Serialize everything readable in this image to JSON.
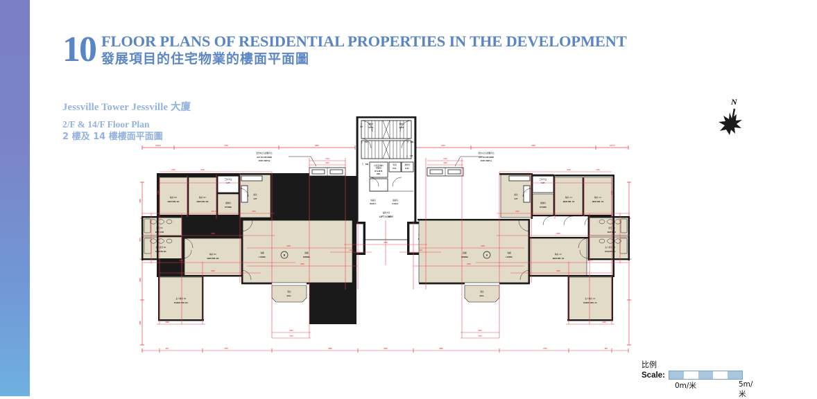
{
  "header": {
    "section_number": "10",
    "title_en": "FLOOR PLANS OF RESIDENTIAL PROPERTIES IN THE DEVELOPMENT",
    "title_zh": "發展項目的住宅物業的樓面平面圖"
  },
  "subtitle": {
    "line1": "Jessville Tower  Jessville 大廈",
    "line2": "2/F  & 14/F Floor Plan",
    "line3": "2 樓及 14 樓樓面平面圖"
  },
  "compass": {
    "label": "N",
    "icon": "north-arrow-icon"
  },
  "scale": {
    "label_zh": "比例",
    "label_en": "Scale:",
    "start": "0m/米",
    "end": "5m/米",
    "segments": [
      "on",
      "off",
      "on",
      "off",
      "on"
    ]
  },
  "colors": {
    "brand_blue": "#5b86c4",
    "subtitle_blue": "#93b2de",
    "dimension_red": "#ef3e4a",
    "room_fill": "#e2dbc8",
    "wall_black": "#1a1a1a",
    "scale_fill": "#a8c6dd"
  },
  "plan": {
    "name": "2/F & 14/F Floor Plan",
    "annotations": [
      {
        "zh": "單位B之空調機平台",
        "en": "A/C PLATFORM\nFOR UNIT B"
      },
      {
        "zh": "單位A之空調機平台",
        "en": "A/C PLATFORM\nFOR UNIT A"
      }
    ],
    "core_labels": [
      {
        "zh": "上 UP",
        "en": ""
      },
      {
        "zh": "下 DN",
        "en": ""
      },
      {
        "zh": "樓梯1",
        "en": "ST#1"
      },
      {
        "zh": "樓梯2",
        "en": "ST#2"
      },
      {
        "zh": "垃圾及物料回收房",
        "en": "R.S.M.R.\nRM."
      },
      {
        "zh": "管道",
        "en": "P.D."
      },
      {
        "zh": "消防栓",
        "en": "H.R."
      },
      {
        "zh": "水錶房",
        "en": "W.M.C."
      },
      {
        "zh": "電錶房",
        "en": "E./ELV"
      },
      {
        "zh": "電梯大堂",
        "en": "LIFT LOBBY"
      },
      {
        "zh": "電梯 1",
        "en": "LIFT 1"
      },
      {
        "zh": "電梯 2",
        "en": "LIFT 2"
      }
    ],
    "unit_b": {
      "marker": "B",
      "rooms": [
        {
          "zh": "睡房 B4",
          "en": "BED RM. B4"
        },
        {
          "zh": "睡房 B3",
          "en": "BED RM. B3"
        },
        {
          "zh": "睡房 B2",
          "en": "BED RM. B2"
        },
        {
          "zh": "主人睡房 B1",
          "en": "M BED RM. B1"
        },
        {
          "zh": "浴室 B2",
          "en": "BATH B2"
        },
        {
          "zh": "主人浴室 B1",
          "en": "M BATH B1"
        },
        {
          "zh": "廚房",
          "en": "KIT"
        },
        {
          "zh": "儲物房",
          "en": "STORE"
        },
        {
          "zh": "工作平台",
          "en": "U.P."
        },
        {
          "zh": "客廳",
          "en": "LIVING"
        },
        {
          "zh": "飯廳",
          "en": "DINING"
        },
        {
          "zh": "露台",
          "en": "BAL."
        }
      ]
    },
    "unit_a": {
      "marker": "A",
      "rooms": [
        {
          "zh": "睡房 A3",
          "en": "BED RM. A3"
        },
        {
          "zh": "睡房 A4",
          "en": "BED RM. A4"
        },
        {
          "zh": "睡房 A2",
          "en": "BED RM. A2"
        },
        {
          "zh": "主人睡房 A1",
          "en": "M BED RM. A1"
        },
        {
          "zh": "浴室 A2",
          "en": "BATH A2"
        },
        {
          "zh": "主人浴室 A1",
          "en": "M BATH A1"
        },
        {
          "zh": "廚房",
          "en": "KIT"
        },
        {
          "zh": "儲物房",
          "en": "STORE"
        },
        {
          "zh": "工作平台",
          "en": "U.P."
        },
        {
          "zh": "客廳",
          "en": "LIVING"
        },
        {
          "zh": "飯廳",
          "en": "DINING"
        },
        {
          "zh": "露台",
          "en": "BAL."
        }
      ]
    },
    "dimensions_top": [
      "1702.5",
      "6700",
      "3825",
      "3470",
      "6760",
      "1677.5"
    ],
    "dimensions_bottom": [
      "825",
      "2755",
      "4885",
      "2600",
      "4885",
      "2755",
      "825"
    ],
    "dimensions_left": [
      "3665",
      "2575",
      "2985",
      "2990"
    ],
    "room_dimensions": [
      "2135",
      "2135",
      "2795",
      "2500",
      "2220",
      "1775",
      "975",
      "850",
      "650",
      "75",
      "100",
      "3000",
      "3330",
      "4400",
      "5035",
      "2200",
      "2313",
      "1775",
      "2475",
      "1000",
      "2400",
      "1964",
      "1724",
      "2755",
      "2485",
      "4885",
      "1100",
      "1500",
      "500"
    ]
  }
}
